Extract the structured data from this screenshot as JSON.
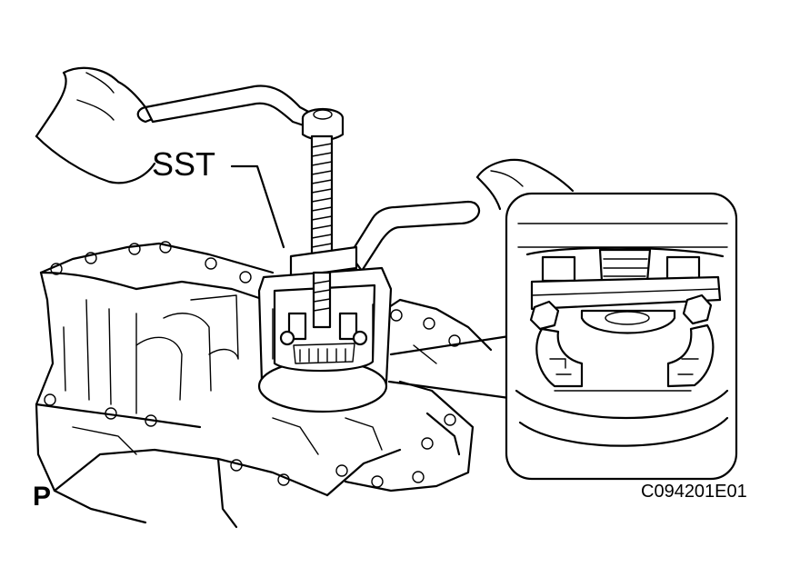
{
  "labels": {
    "sst": "SST",
    "view_marker": "P",
    "figure_code": "C094201E01"
  },
  "colors": {
    "line": "#000000",
    "background": "#ffffff"
  },
  "icons": {
    "hands": "hand-shape",
    "tool": "bearing-puller-shape"
  }
}
